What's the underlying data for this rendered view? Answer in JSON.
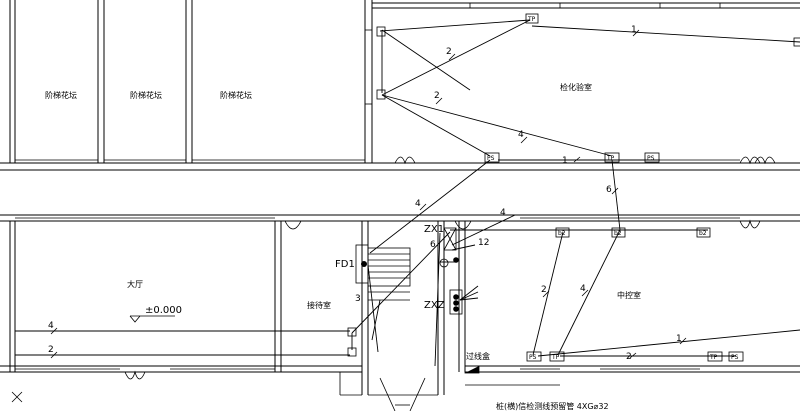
{
  "rooms": {
    "terrace_1": "阶梯花坛",
    "terrace_2": "阶梯花坛",
    "terrace_3": "阶梯花坛",
    "lab": "检化验室",
    "hall": "大厅",
    "reception": "接待室",
    "control": "中控室"
  },
  "level": "±0.000",
  "panels": {
    "zx1": "ZX1",
    "zxz": "ZXZ",
    "fd1": "FD1",
    "entry_box": "过线盒"
  },
  "outlets": {
    "ps": "PS",
    "tp": "TP",
    "b2": "b2"
  },
  "cable_counts": {
    "c1": "1",
    "c2": "2",
    "c3": "3",
    "c4": "4",
    "c6": "6",
    "c12": "12"
  },
  "notes": {
    "conduit": "桩(横)信检测线预留管 4XG⌀32"
  }
}
